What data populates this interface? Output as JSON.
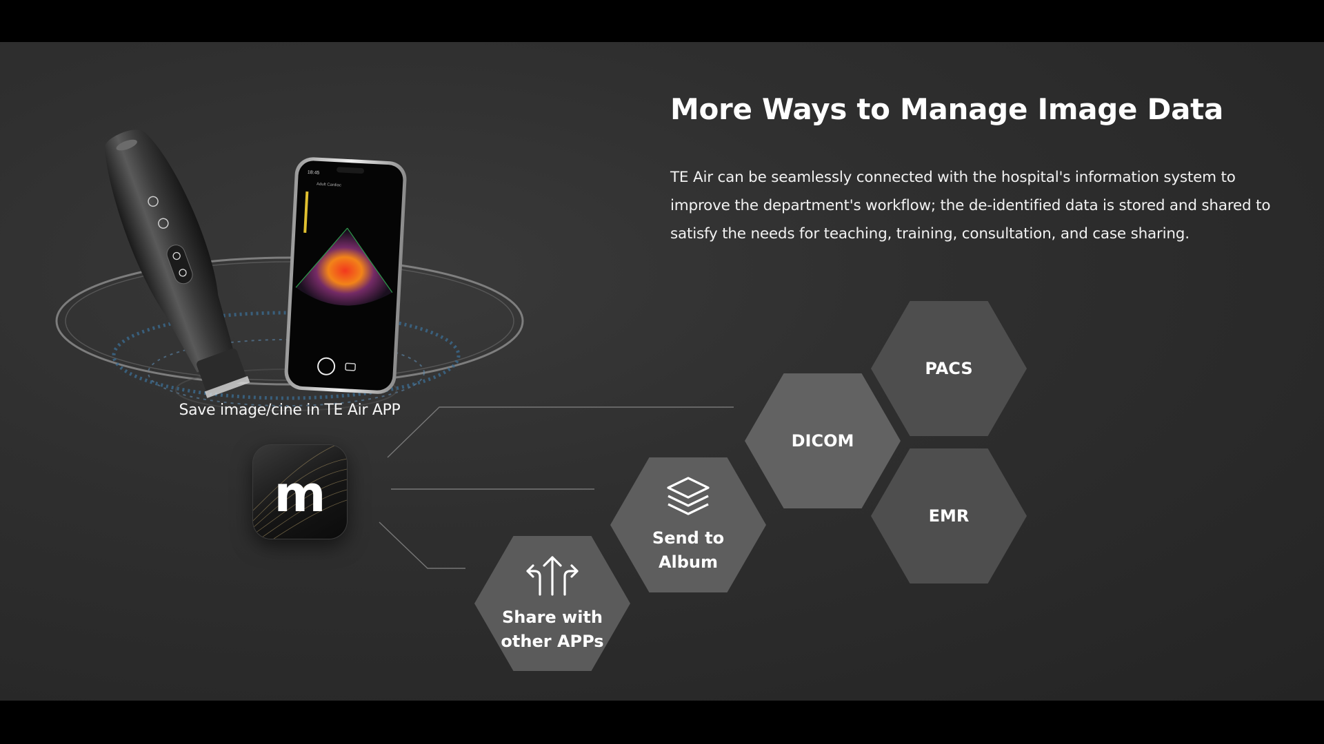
{
  "header": {
    "title": "More Ways to Manage Image Data",
    "description": "TE Air can be seamlessly connected with the hospital's information system to improve the department's workflow; the de-identified data is stored and shared to satisfy the needs for teaching, training, consultation, and case sharing."
  },
  "device": {
    "caption": "Save image/cine in TE Air APP",
    "phone_time": "18:45",
    "phone_mode": "Adult Cardiac"
  },
  "app": {
    "letter": "m",
    "icon": "ultrasound-app-icon"
  },
  "hexes": {
    "share": {
      "label_line1": "Share with",
      "label_line2": "other APPs",
      "icon": "share-arrows-icon"
    },
    "album": {
      "label_line1": "Send to",
      "label_line2": "Album",
      "icon": "layers-icon"
    },
    "dicom": {
      "label": "DICOM"
    },
    "pacs": {
      "label": "PACS"
    },
    "emr": {
      "label": "EMR"
    }
  },
  "colors": {
    "background": "#2f2f2f",
    "letterbox": "#000000",
    "hex_share": "#5b5b5b",
    "hex_album": "#5e5e5e",
    "hex_dicom": "#626262",
    "hex_pacs": "#4e4e4e",
    "hex_emr": "#4e4e4e"
  }
}
